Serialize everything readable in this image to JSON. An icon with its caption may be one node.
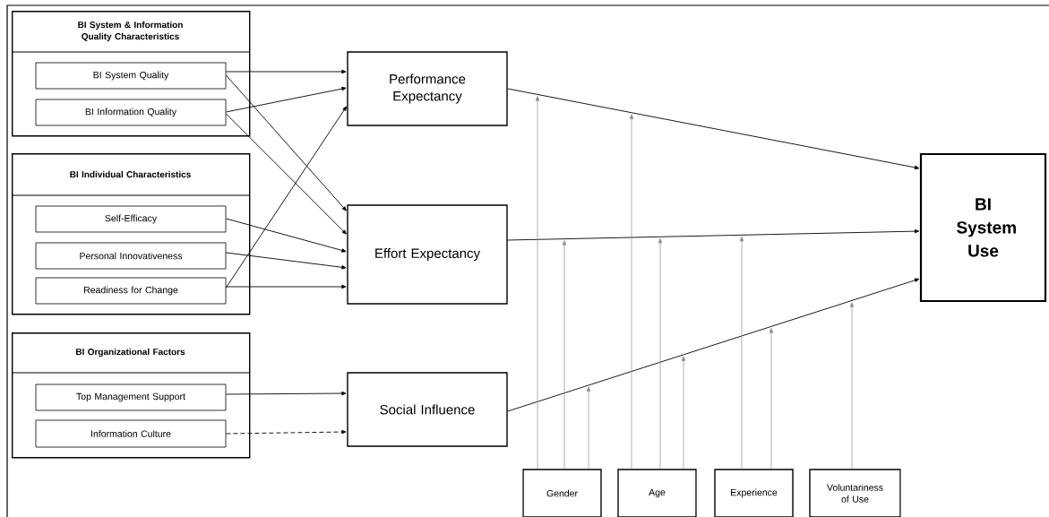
{
  "diagram": {
    "nodes": [
      {
        "text": [
          "BI System & Information Quality Characteristics"
        ]
      },
      {
        "text": [
          "BI System Quality"
        ],
        "in": 0
      },
      {
        "text": [
          "BI Information Quality"
        ],
        "in": 0
      },
      {
        "text": [
          "BI Individual Characteristics"
        ]
      },
      {
        "text": [
          "Self-Efficacy"
        ],
        "in": 3
      },
      {
        "text": [
          "Personal Innovativeness"
        ],
        "in": 3
      },
      {
        "text": [
          "Readiness for Change"
        ],
        "in": 3
      },
      {
        "text": [
          "BI Organizational Factors"
        ]
      },
      {
        "text": [
          "Top Management Support"
        ],
        "in": 7
      },
      {
        "text": [
          "Information Culture"
        ],
        "in": 7
      },
      {
        "text": [
          "Performance Expectancy"
        ]
      },
      {
        "text": [
          "Effort Expectancy"
        ]
      },
      {
        "text": [
          "Social Influence"
        ]
      },
      {
        "text": [
          "BI System Use"
        ]
      },
      {
        "text": [
          "Gender"
        ]
      },
      {
        "text": [
          "Age"
        ]
      },
      {
        "text": [
          "Experience"
        ]
      },
      {
        "text": [
          "Voluntariness of Use"
        ]
      }
    ],
    "edges": [
      {
        "from": 1,
        "to": 10,
        "arrow": "to"
      },
      {
        "from": 1,
        "to": 11,
        "arrow": "to"
      },
      {
        "from": 2,
        "to": 10,
        "arrow": "to"
      },
      {
        "from": 2,
        "to": 11,
        "arrow": "to"
      },
      {
        "from": 4,
        "to": 11,
        "arrow": "to"
      },
      {
        "from": 5,
        "to": 11,
        "arrow": "to"
      },
      {
        "from": 6,
        "to": 10,
        "arrow": "to"
      },
      {
        "from": 6,
        "to": 11,
        "arrow": "to"
      },
      {
        "from": 8,
        "to": 12,
        "arrow": "to"
      },
      {
        "from": 9,
        "to": 12,
        "arrow": "to",
        "style": "dashed"
      },
      {
        "from": 10,
        "to": 13,
        "arrow": "to"
      },
      {
        "from": 11,
        "to": 13,
        "arrow": "to"
      },
      {
        "from": 12,
        "to": 13,
        "arrow": "to"
      },
      {
        "from": 14,
        "to": null,
        "arrow": "to",
        "color": "#8c8c8c"
      },
      {
        "from": 14,
        "to": null,
        "arrow": "to",
        "color": "#8c8c8c"
      },
      {
        "from": 14,
        "to": null,
        "arrow": "to",
        "color": "#8c8c8c"
      },
      {
        "from": 15,
        "to": null,
        "arrow": "to",
        "color": "#8c8c8c"
      },
      {
        "from": 15,
        "to": null,
        "arrow": "to",
        "color": "#8c8c8c"
      },
      {
        "from": 15,
        "to": null,
        "arrow": "to",
        "color": "#8c8c8c"
      },
      {
        "from": 16,
        "to": null,
        "arrow": "to",
        "color": "#8c8c8c"
      },
      {
        "from": 16,
        "to": null,
        "arrow": "to",
        "color": "#8c8c8c"
      },
      {
        "from": 17,
        "to": null,
        "arrow": "to",
        "color": "#8c8c8c"
      }
    ]
  }
}
